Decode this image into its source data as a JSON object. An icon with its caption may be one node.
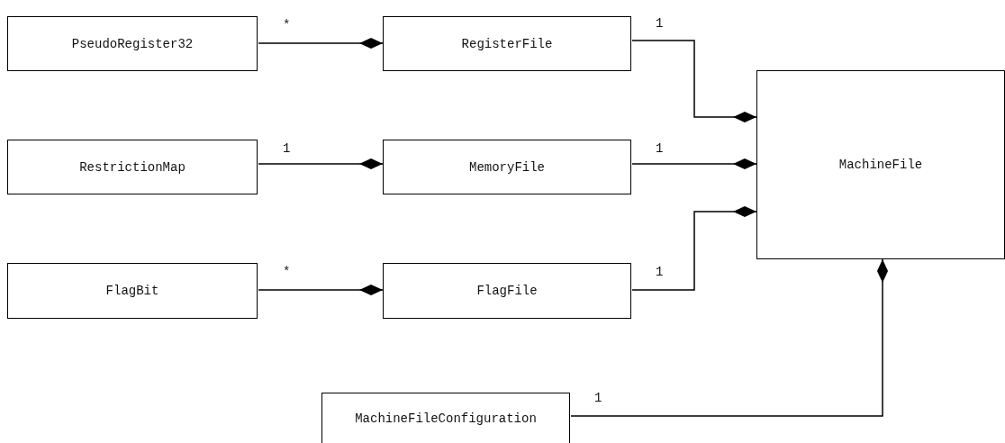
{
  "diagram": {
    "nodes": [
      {
        "text": [
          "PseudoRegister32"
        ]
      },
      {
        "text": [
          "RegisterFile"
        ]
      },
      {
        "text": [
          "RestrictionMap"
        ]
      },
      {
        "text": [
          "MemoryFile"
        ]
      },
      {
        "text": [
          "FlagBit"
        ]
      },
      {
        "text": [
          "FlagFile"
        ]
      },
      {
        "text": [
          "MachineFile"
        ]
      },
      {
        "text": [
          "MachineFileConfiguration"
        ]
      }
    ],
    "edges": [
      {
        "from": 0,
        "to": 1,
        "arrow": "other",
        "label": "*"
      },
      {
        "from": 1,
        "to": 6,
        "arrow": "other",
        "label": "1"
      },
      {
        "from": 2,
        "to": 3,
        "arrow": "other",
        "label": "1"
      },
      {
        "from": 3,
        "to": 6,
        "arrow": "other",
        "label": "1"
      },
      {
        "from": 4,
        "to": 5,
        "arrow": "other",
        "label": "*"
      },
      {
        "from": 5,
        "to": 6,
        "arrow": "other",
        "label": "1"
      },
      {
        "from": 7,
        "to": 6,
        "arrow": "other",
        "label": "1"
      }
    ]
  }
}
